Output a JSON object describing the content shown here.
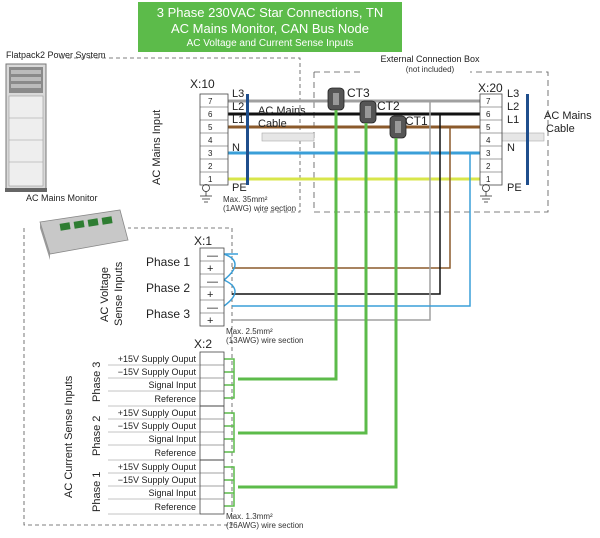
{
  "header": {
    "line1": "3 Phase 230VAC Star Connections, TN",
    "line2": "AC Mains Monitor, CAN Bus Node",
    "line3": "AC Voltage and Current Sense Inputs",
    "bg_color": "#5cbb4a"
  },
  "power_system": {
    "label": "Flatpack2 Power System"
  },
  "monitor": {
    "label": "AC Mains Monitor"
  },
  "external_box": {
    "title": "External Connection Box",
    "subtitle": "(not included)"
  },
  "x10": {
    "label": "X:10",
    "terminals": [
      "7",
      "6",
      "5",
      "4",
      "3",
      "2",
      "1"
    ],
    "side_label": "AC Mains Input",
    "cable_label_1": "AC Mains",
    "cable_label_2": "Cable",
    "wire_spec_1": "Max. 35mm²",
    "wire_spec_2": "(1AWG) wire section"
  },
  "x20": {
    "label": "X:20",
    "terminals": [
      "7",
      "6",
      "5",
      "4",
      "3",
      "2",
      "1"
    ],
    "cable_label_1": "AC Mains",
    "cable_label_2": "Cable"
  },
  "conductors": {
    "l3": "L3",
    "l2": "L2",
    "l1": "L1",
    "n": "N",
    "pe": "PE"
  },
  "cts": [
    "CT3",
    "CT2",
    "CT1"
  ],
  "x1": {
    "label": "X:1",
    "side_label_1": "AC Voltage",
    "side_label_2": "Sense Inputs",
    "phases": [
      "Phase 1",
      "Phase 2",
      "Phase 3"
    ],
    "minus": "—",
    "plus": "+",
    "wire_spec_1": "Max. 2.5mm²",
    "wire_spec_2": "(13AWG) wire section"
  },
  "x2": {
    "label": "X:2",
    "side_label": "AC Current Sense Inputs",
    "groups": [
      {
        "phase": "Phase 3",
        "rows": [
          "+15V Supply Ouput",
          "−15V Supply Ouput",
          "Signal Input",
          "Reference"
        ]
      },
      {
        "phase": "Phase 2",
        "rows": [
          "+15V Supply Ouput",
          "−15V Supply Ouput",
          "Signal Input",
          "Reference"
        ]
      },
      {
        "phase": "Phase 1",
        "rows": [
          "+15V Supply Ouput",
          "−15V Supply Ouput",
          "Signal Input",
          "Reference"
        ]
      }
    ],
    "wire_spec_1": "Max. 1.3mm²",
    "wire_spec_2": "(16AWG) wire section"
  },
  "colors": {
    "l3": "#a0a0a0",
    "l2": "#111111",
    "l1": "#8b5a2b",
    "n": "#3a9fd8",
    "pe": "#d8e64a",
    "ct_wire": "#5cbb4a",
    "terminal_bar": "#1f4e8c"
  }
}
